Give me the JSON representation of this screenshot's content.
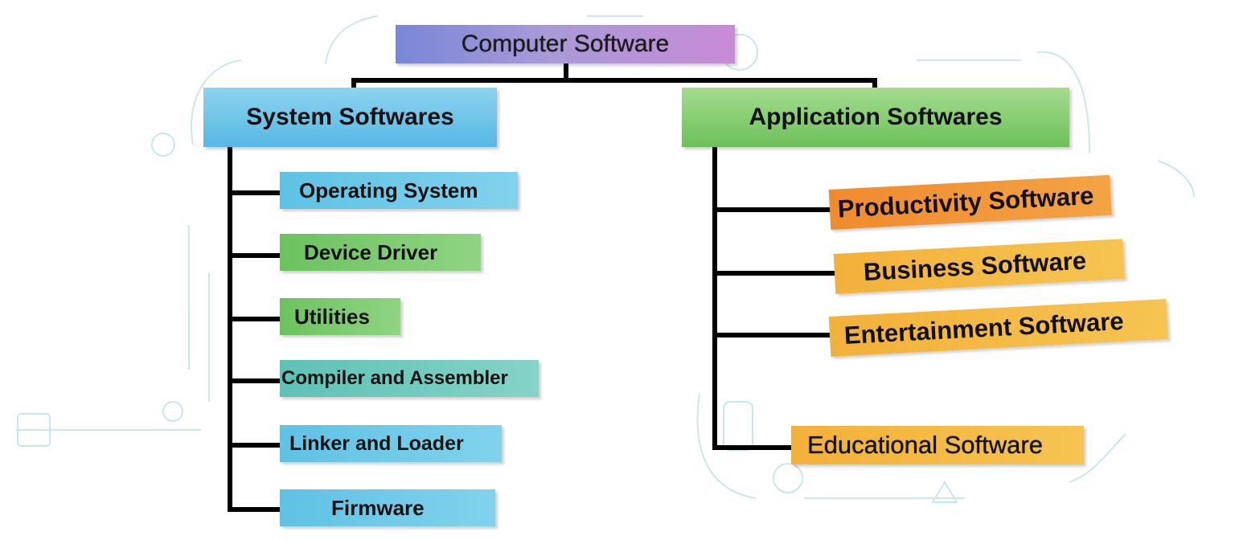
{
  "root": {
    "label": "Computer Software"
  },
  "system": {
    "label": "System Softwares",
    "items": [
      "Operating System",
      "Device Driver",
      "Utilities",
      "Compiler and Assembler",
      "Linker and  Loader",
      "Firmware"
    ]
  },
  "application": {
    "label": "Application Softwares",
    "items": [
      "Productivity Software",
      "Business Software",
      "Entertainment Software",
      "Educational Software"
    ]
  },
  "colors": {
    "root": "#9b8fd8",
    "system": "#5bbbe4",
    "application": "#76c660",
    "connector": "#000000"
  }
}
